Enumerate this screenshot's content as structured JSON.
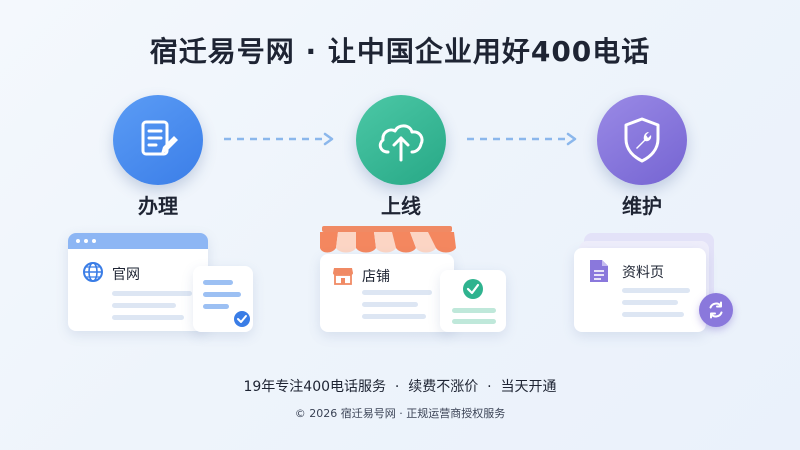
{
  "header": {
    "title": "宿迁易号网 · 让中国企业用好400电话"
  },
  "steps": [
    {
      "label": "办理",
      "icon": "document-pen-icon",
      "color": "#4a8df0"
    },
    {
      "label": "上线",
      "icon": "cloud-upload-icon",
      "color": "#35b894"
    },
    {
      "label": "维护",
      "icon": "shield-wrench-icon",
      "color": "#8676dc"
    }
  ],
  "cards": {
    "website": {
      "label": "官网",
      "icon": "globe-icon"
    },
    "store": {
      "label": "店铺",
      "icon": "storefront-icon"
    },
    "profile": {
      "label": "资料页",
      "icon": "file-icon"
    }
  },
  "footer": {
    "tagline": "19年专注400电话服务  ·  续费不涨价  ·  当天开通",
    "copyright": "© 2026 宿迁易号网 · 正规运营商授权服务"
  }
}
